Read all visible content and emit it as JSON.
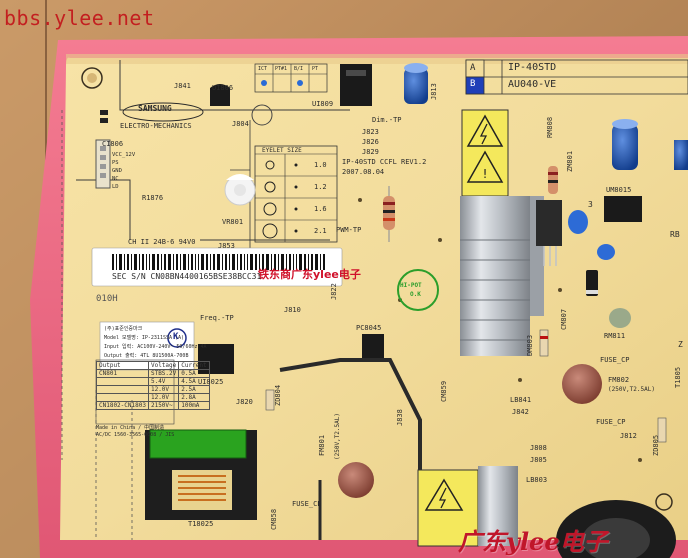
{
  "watermark_top": "bbs.ylee.net",
  "watermark_mid": "铁东商广东ylee电子",
  "watermark_bottom": "广东ylee电子",
  "board": {
    "vendor": "SAMSUNG",
    "vendor_sub": "ELECTRO-MECHANICS",
    "model_a": "IP-40STD",
    "model_b": "AU040-VE",
    "row_a": "A",
    "row_b": "B",
    "rev_line1": "IP-40STD CCFL REV1.2",
    "rev_line2": "2007.08.04",
    "flammability": "CH II 24B-6 94V0",
    "eyelet_title": "EYELET SIZE",
    "eyelet_sizes": [
      "1.0",
      "1.2",
      "1.6",
      "2.1"
    ],
    "ict_headers": [
      "ICT",
      "PT#1",
      "B/I",
      "PT"
    ],
    "hipot": "HI-POT",
    "hipot_ok": "O.K",
    "serial": "SEC S/N CN08BN4400165BSE38BCC31",
    "lot_code": "010H",
    "freq": "Freq.-TP",
    "pwm": "PWM-TP",
    "fuse_labels": [
      "FUSE_CP",
      "FUSE_CP",
      "FUSE_CP"
    ],
    "fm802": "FM802",
    "fm802_rating": "(250V,T2.5AL)",
    "fm801": "FM801",
    "fm801_rating": "(250V,T2.5AL)",
    "sticker_model": "Model 모델명: IP-2311SSA (A)",
    "sticker_input": "Input 입력: AC100V-240V~ 50/60Hz  4A",
    "sticker_output": "Output 출력: 4TL 8U1500A-700B",
    "sticker_title": "(주)표준인증마크",
    "sticker_k": "K",
    "made_in": "Made in China / 中国制造",
    "made_in_2": "AC/DC 1560-3565-0008 / JIS",
    "spec_headers": [
      "Output",
      "Voltage",
      "Current"
    ],
    "spec_rows": [
      [
        "CN801",
        "STBS.2V",
        "0.5A"
      ],
      [
        "",
        "5.4V",
        "4.5A"
      ],
      [
        "",
        "12.0V",
        "2.5A"
      ],
      [
        "",
        "12.0V",
        "2.8A"
      ],
      [
        "CN1802-CN1803",
        "2150V~",
        "100mA"
      ]
    ],
    "chips": [
      "UI8025",
      "UM8015",
      "PC8045",
      "UI809"
    ],
    "pins": [
      "VCC_12V",
      "PS",
      "GND",
      "NC",
      "LD"
    ],
    "parts": {
      "j841": "J841",
      "ui806": "UI806",
      "j853": "J853",
      "vr801": "VR801",
      "ci806": "CI806",
      "r1876": "R1876",
      "j810": "J810",
      "j822": "J822",
      "j820": "J820",
      "zd804": "ZD804",
      "j838": "J838",
      "cm858": "CM858",
      "cm859": "CM859",
      "lb841": "LB841",
      "lb803": "LB803",
      "j842": "J842",
      "j808": "J808",
      "j805": "J805",
      "j812": "J812",
      "rm808": "RM808",
      "rm811": "RM811",
      "zm801": "ZM801",
      "cm807": "CM807",
      "dm803": "DM803",
      "zd805": "ZD805",
      "t1805": "T1805",
      "t18025": "T18025",
      "j804": "J804",
      "j813": "J813",
      "j823": "J823",
      "j826": "J826",
      "dim": "Dim.-TP",
      "j829": "J829"
    },
    "pcb_marks": [
      "RB",
      "Z",
      "3"
    ]
  }
}
